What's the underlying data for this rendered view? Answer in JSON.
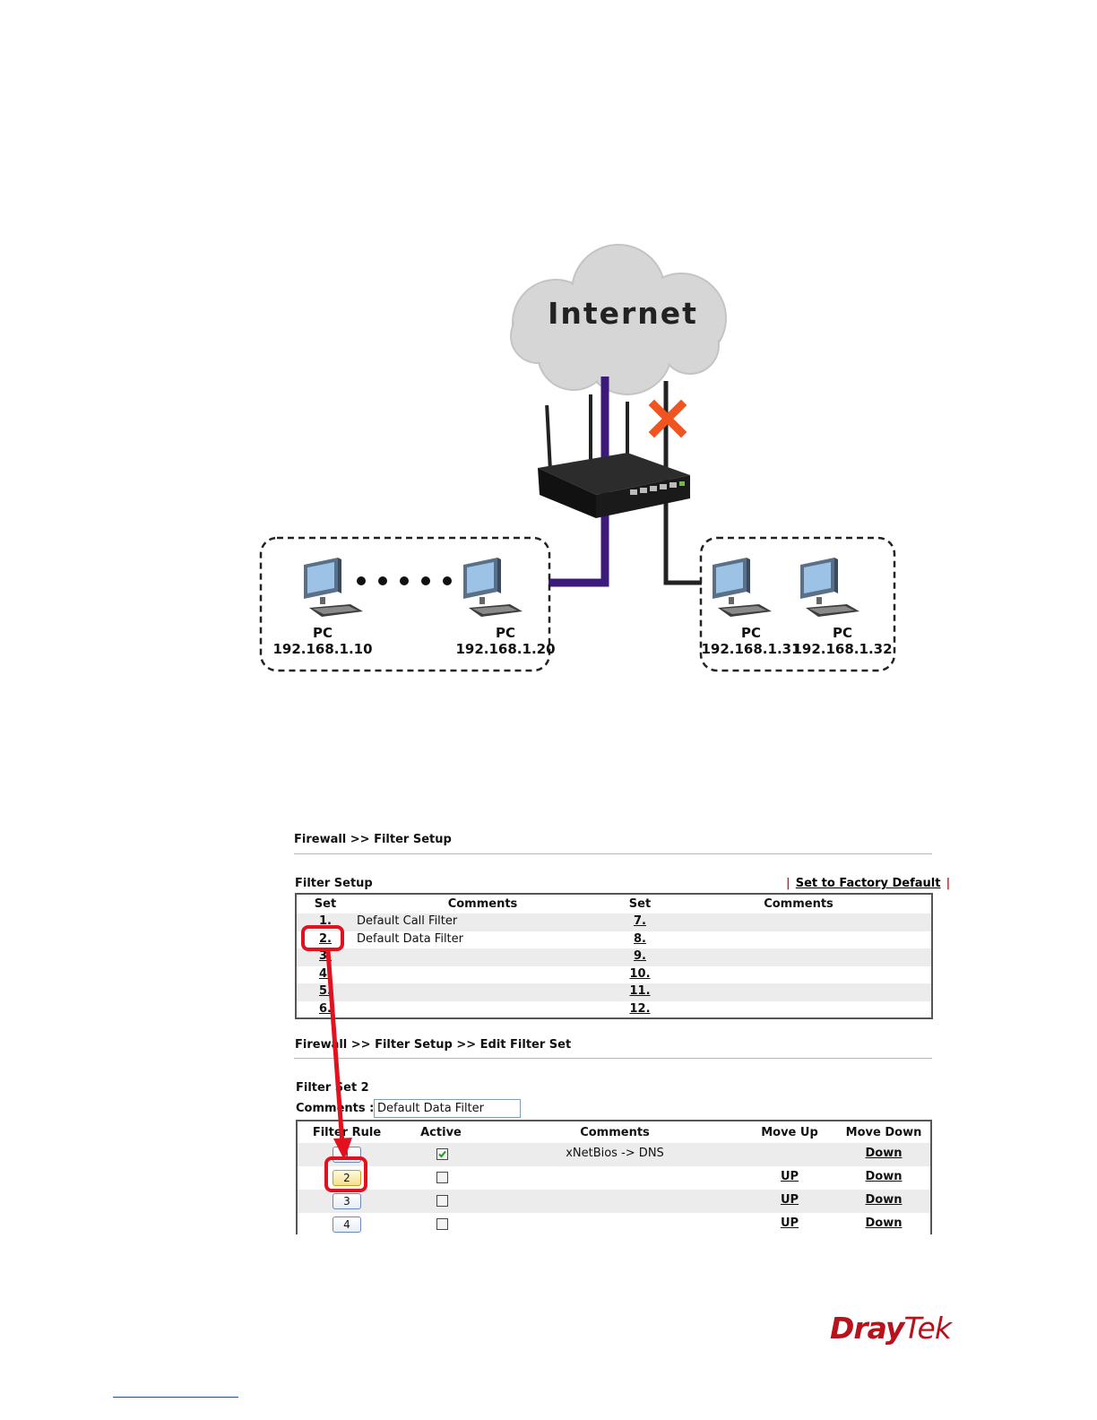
{
  "diagram": {
    "cloud_label": "Internet",
    "left_group": {
      "pc_a": {
        "label": "PC",
        "ip": "192.168.1.10"
      },
      "pc_b": {
        "label": "PC",
        "ip": "192.168.1.20"
      }
    },
    "right_group": {
      "pc_a": {
        "label": "PC",
        "ip": "192.168.1.31"
      },
      "pc_b": {
        "label": "PC",
        "ip": "192.168.1.32"
      }
    },
    "colors": {
      "allowed_link": "#3b1a7a",
      "blocked_link": "#222222",
      "blocked_mark": "#f0541f"
    }
  },
  "filter_setup": {
    "breadcrumb": "Firewall >> Filter Setup",
    "section_title": "Filter Setup",
    "factory_default": "Set to Factory Default",
    "headers": {
      "set": "Set",
      "comments": "Comments",
      "set2": "Set",
      "comments2": "Comments"
    },
    "rows": [
      {
        "left": "1.",
        "comment": "Default Call Filter",
        "right": "7."
      },
      {
        "left": "2.",
        "comment": "Default Data Filter",
        "right": "8."
      },
      {
        "left": "3.",
        "comment": "",
        "right": "9."
      },
      {
        "left": "4.",
        "comment": "",
        "right": "10."
      },
      {
        "left": "5.",
        "comment": "",
        "right": "11."
      },
      {
        "left": "6.",
        "comment": "",
        "right": "12."
      }
    ]
  },
  "edit_filter_set": {
    "breadcrumb": "Firewall >> Filter Setup >> Edit Filter Set",
    "set_title": "Filter Set 2",
    "comments_label": "Comments :",
    "comments_value": "Default Data Filter",
    "headers": {
      "rule": "Filter Rule",
      "active": "Active",
      "comments": "Comments",
      "move_up": "Move Up",
      "move_down": "Move Down"
    },
    "rules": [
      {
        "num": "1",
        "active": true,
        "comment": "xNetBios -> DNS",
        "up": "",
        "down": "Down"
      },
      {
        "num": "2",
        "active": false,
        "comment": "",
        "up": "UP",
        "down": "Down"
      },
      {
        "num": "3",
        "active": false,
        "comment": "",
        "up": "UP",
        "down": "Down"
      },
      {
        "num": "4",
        "active": false,
        "comment": "",
        "up": "UP",
        "down": "Down"
      }
    ]
  },
  "footer": {
    "logo_part1": "Dray",
    "logo_part2": "Tek",
    "brand_color": "#b8121c"
  }
}
